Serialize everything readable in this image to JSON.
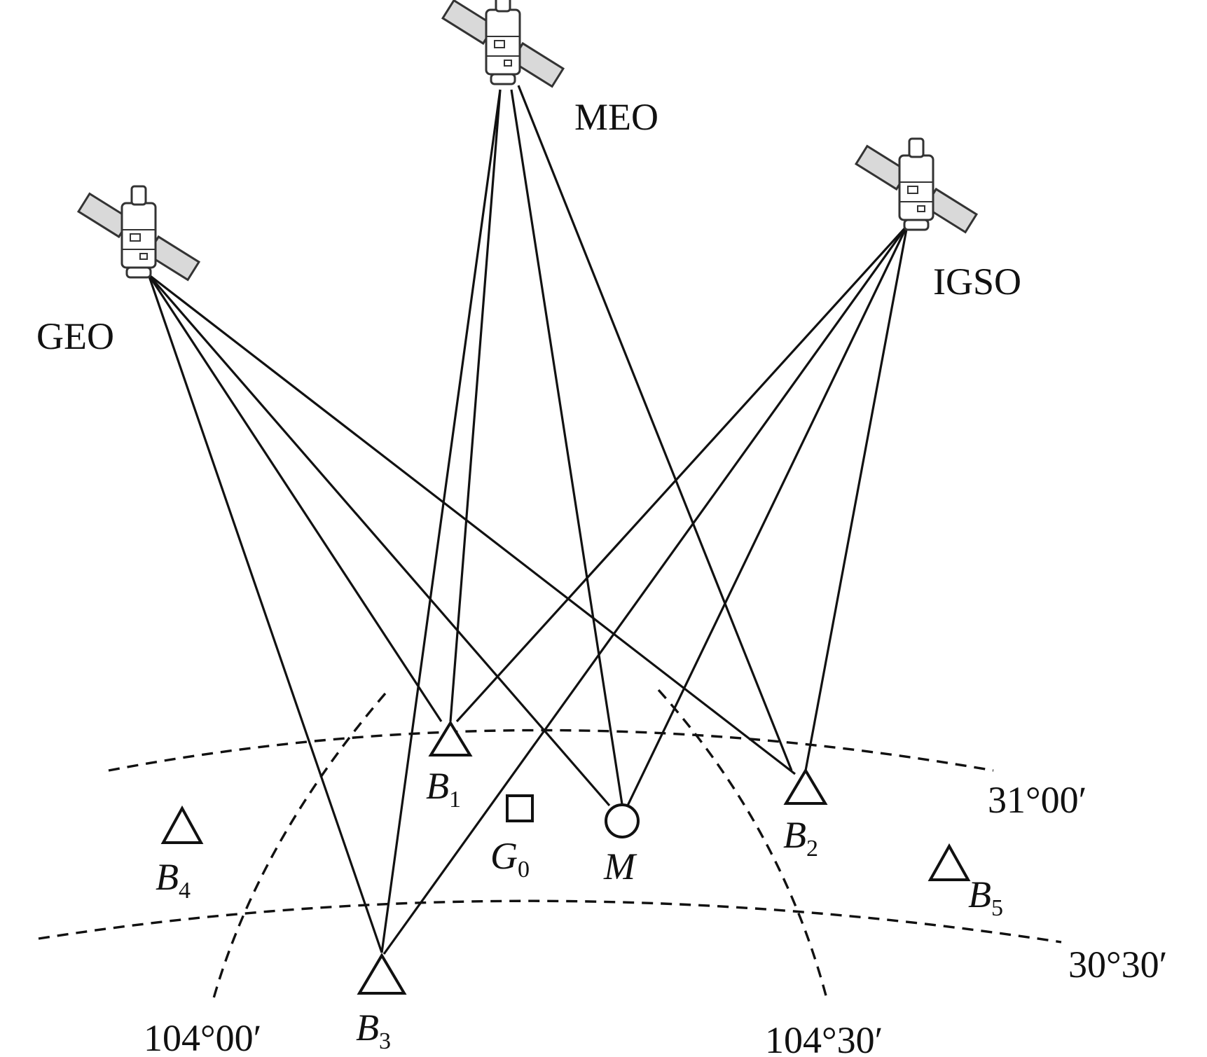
{
  "satellites": {
    "meo": {
      "label": "MEO"
    },
    "igso": {
      "label": "IGSO"
    },
    "geo": {
      "label": "GEO"
    }
  },
  "stations": {
    "b1": {
      "letter": "B",
      "sub": "1"
    },
    "b2": {
      "letter": "B",
      "sub": "2"
    },
    "b3": {
      "letter": "B",
      "sub": "3"
    },
    "b4": {
      "letter": "B",
      "sub": "4"
    },
    "b5": {
      "letter": "B",
      "sub": "5"
    }
  },
  "points": {
    "g0": {
      "letter": "G",
      "sub": "0"
    },
    "m": {
      "letter": "M"
    }
  },
  "grid_labels": {
    "lat_north": "31°00′",
    "lat_south": "30°30′",
    "lon_west": "104°00′",
    "lon_east": "104°30′"
  },
  "colors": {
    "ink": "#111111",
    "panel": "#d9d9d9"
  }
}
